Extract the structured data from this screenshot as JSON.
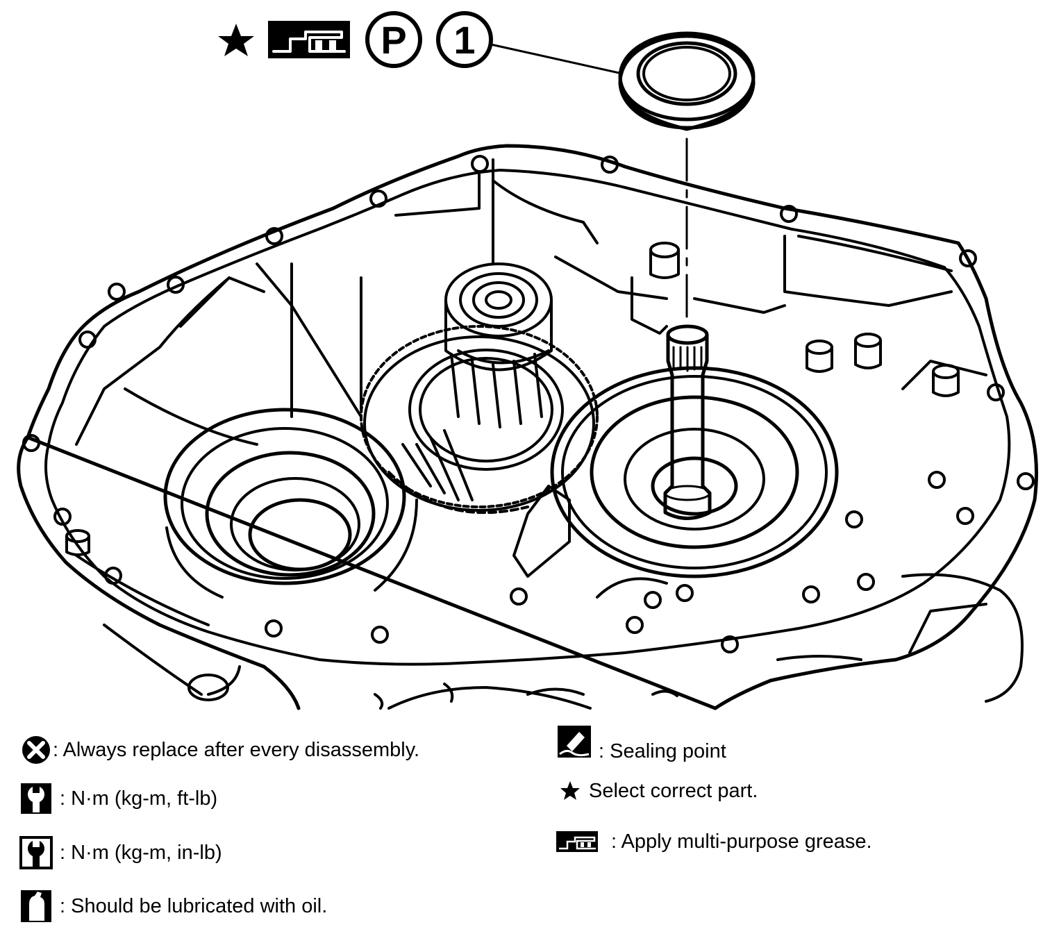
{
  "figure": {
    "callout_symbols": [
      "star-icon",
      "grease-gun-icon",
      "p-circle-icon",
      "number-1-circle-icon"
    ],
    "callout_letter": "P",
    "callout_number": "1"
  },
  "legend": {
    "left": [
      {
        "icon": "always-replace-icon",
        "text": ": Always replace after every disassembly."
      },
      {
        "icon": "torque-wrench-icon",
        "text": ": N·m (kg-m, ft-lb)"
      },
      {
        "icon": "torque-wrench-filled-icon",
        "text": ": N·m (kg-m, in-lb)"
      },
      {
        "icon": "oil-can-icon",
        "text": ": Should be lubricated with oil."
      }
    ],
    "right": [
      {
        "icon": "sealing-point-icon",
        "text": ": Sealing point"
      },
      {
        "icon": "star-icon",
        "text": "Select correct part."
      },
      {
        "icon": "grease-gun-icon",
        "text": ": Apply multi-purpose grease."
      }
    ]
  }
}
